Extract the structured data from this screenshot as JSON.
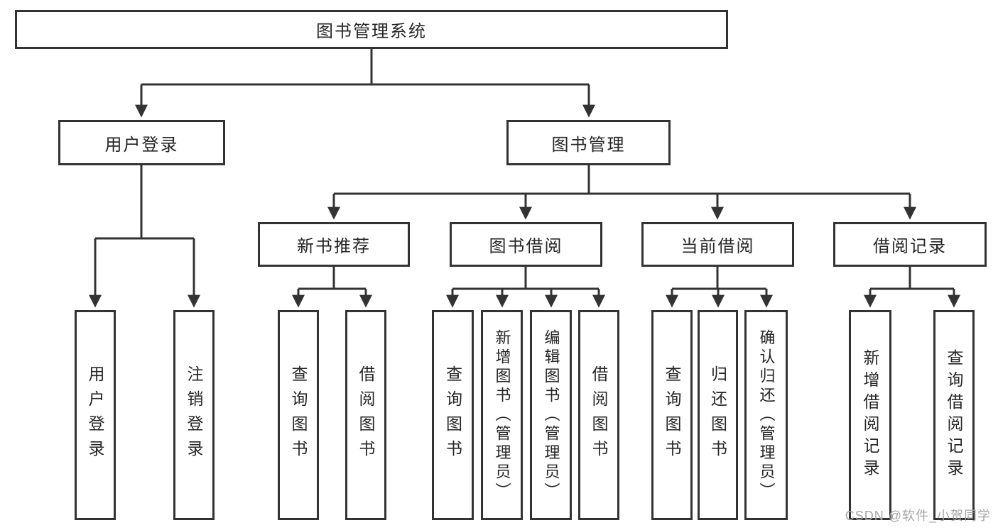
{
  "tree": {
    "label": "图书管理系统",
    "children": [
      {
        "label": "用户登录",
        "children": [
          {
            "label": "用户登录"
          },
          {
            "label": "注销登录"
          }
        ]
      },
      {
        "label": "图书管理",
        "children": [
          {
            "label": "新书推荐",
            "children": [
              {
                "label": "查询图书"
              },
              {
                "label": "借阅图书"
              }
            ]
          },
          {
            "label": "图书借阅",
            "children": [
              {
                "label": "查询图书"
              },
              {
                "label": "新增图书（管理员）"
              },
              {
                "label": "编辑图书（管理员）"
              },
              {
                "label": "借阅图书"
              }
            ]
          },
          {
            "label": "当前借阅",
            "children": [
              {
                "label": "查询图书"
              },
              {
                "label": "归还图书"
              },
              {
                "label": "确认归还（管理员）"
              }
            ]
          },
          {
            "label": "借阅记录",
            "children": [
              {
                "label": "新增借阅记录"
              },
              {
                "label": "查询借阅记录"
              }
            ]
          }
        ]
      }
    ]
  },
  "watermark": "CSDN @软件_小贺同学",
  "colors": {
    "line": "#333333",
    "text": "#262626",
    "watermark": "#a6a6a6",
    "background": "#ffffff"
  }
}
